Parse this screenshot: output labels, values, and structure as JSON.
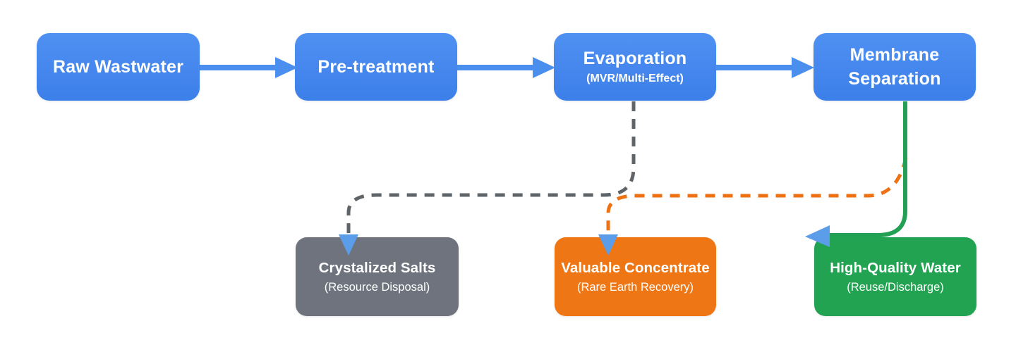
{
  "nodes": {
    "raw_wastewater": {
      "title": "Raw Wastwater"
    },
    "pre_treatment": {
      "title": "Pre-treatment"
    },
    "evaporation": {
      "title": "Evaporation",
      "subtitle": "(MVR/Multi-Effect)"
    },
    "membrane_separation": {
      "title": "Membrane Separation"
    },
    "crystalized_salts": {
      "title": "Crystalized Salts",
      "subtitle": "(Resource Disposal)"
    },
    "valuable_concentrate": {
      "title": "Valuable Concentrate",
      "subtitle": "(Rare Earth Recovery)"
    },
    "high_quality_water": {
      "title": "High-Quality Water",
      "subtitle": "(Reuse/Discharge)"
    }
  },
  "edges": [
    {
      "from": "Raw Wastwater",
      "to": "Pre-treatment",
      "style": "solid-arrow",
      "color": "#4a8fee"
    },
    {
      "from": "Pre-treatment",
      "to": "Evaporation",
      "style": "solid-arrow",
      "color": "#4a8fee"
    },
    {
      "from": "Evaporation",
      "to": "Membrane Separation",
      "style": "solid-arrow",
      "color": "#4a8fee"
    },
    {
      "from": "Evaporation",
      "to": "Crystalized Salts",
      "style": "dashed",
      "color": "#5f6468"
    },
    {
      "from": "Membrane Separation",
      "to": "Valuable Concentrate",
      "style": "dashed",
      "color": "#ee7214"
    },
    {
      "from": "Membrane Separation",
      "to": "High-Quality Water",
      "style": "solid",
      "color": "#22a053"
    }
  ],
  "colors": {
    "background": "#ffffff",
    "process_box_top": "#4f90f2",
    "process_box_bottom": "#3c7fe9",
    "salts_box": "#6e737e",
    "concentrate_box": "#ee7615",
    "water_box": "#22a351",
    "top_arrow": "#4a8fee",
    "branch_arrowhead": "#5b9de9",
    "gray_dash": "#5f6468",
    "orange_dash": "#ee7214",
    "green_line": "#22a053",
    "text": "#ffffff"
  }
}
